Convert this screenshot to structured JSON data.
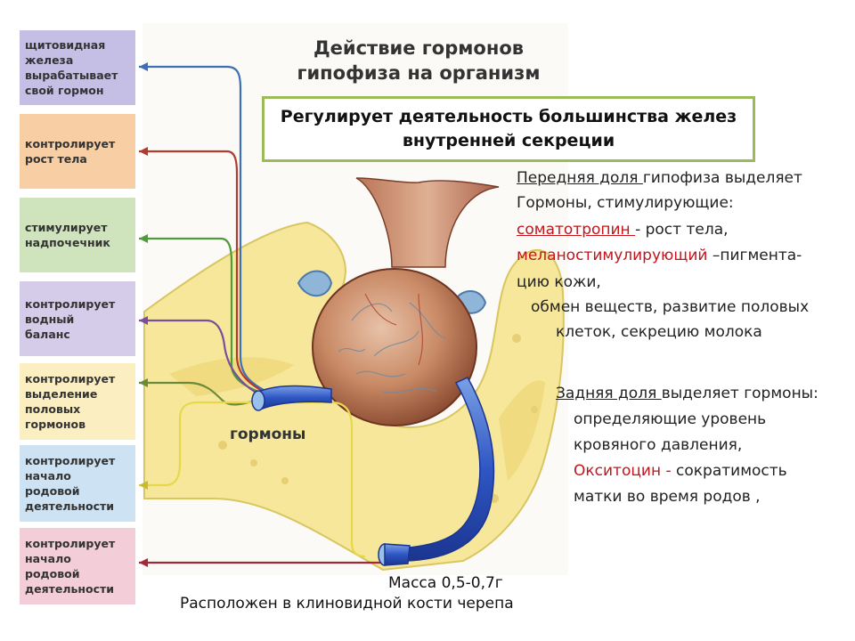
{
  "title": "Действие гормонов\nгипофиза на организм",
  "banner": "Регулирует деятельность большинства желез\nвнутренней секреции",
  "left_labels": [
    {
      "text": "щитовидная\nжелеза\nвырабатывает\nсвой гормон",
      "bg": "#c5bfe6",
      "line": "#3c6fb5"
    },
    {
      "text": "контролирует\nрост тела",
      "bg": "#f8cfa4",
      "line": "#b23b2f"
    },
    {
      "text": "стимулирует\nнадпочечник",
      "bg": "#cfe3bd",
      "line": "#4f9a3c"
    },
    {
      "text": "контролирует\nводный\nбаланс",
      "bg": "#d4cce8",
      "line": "#7a4f9a"
    },
    {
      "text": "контролирует\nвыделение\nполовых\nгормонов",
      "bg": "#fbeec1",
      "line": "#6a8a3a"
    },
    {
      "text": "контролирует\nначало\nродовой\nдеятельности",
      "bg": "#cde2f2",
      "line": "#e7d84a"
    },
    {
      "text": "контролирует\nначало\nродовой\nдеятельности",
      "bg": "#f3cdd8",
      "line": "#a02a3a"
    }
  ],
  "anterior": {
    "heading_part1": "Передняя доля ",
    "heading_part2": "гипофиза выделяет",
    "line2": "Гормоны, стимулирующие:",
    "somato_name": "соматотропин ",
    "somato_desc": "- рост тела,",
    "melano_name": "меланостимулирующий",
    "melano_desc": " –пигмента-",
    "line5": "цию кожи,",
    "line6": "обмен веществ, развитие половых",
    "line7": "клеток,  секрецию молока"
  },
  "posterior": {
    "heading_part1": "Задняя доля ",
    "heading_part2": "выделяет гормоны:",
    "line2": "определяющие уровень",
    "line3": "кровяного давления,",
    "oxy_name": "Окситоцин - ",
    "oxy_desc": "сократимость",
    "line5": "матки   во время родов ,"
  },
  "hormones_label": "гормоны",
  "mass": "Масса 0,5-0,7г",
  "location": "Расположен в клиновидной кости черепа"
}
